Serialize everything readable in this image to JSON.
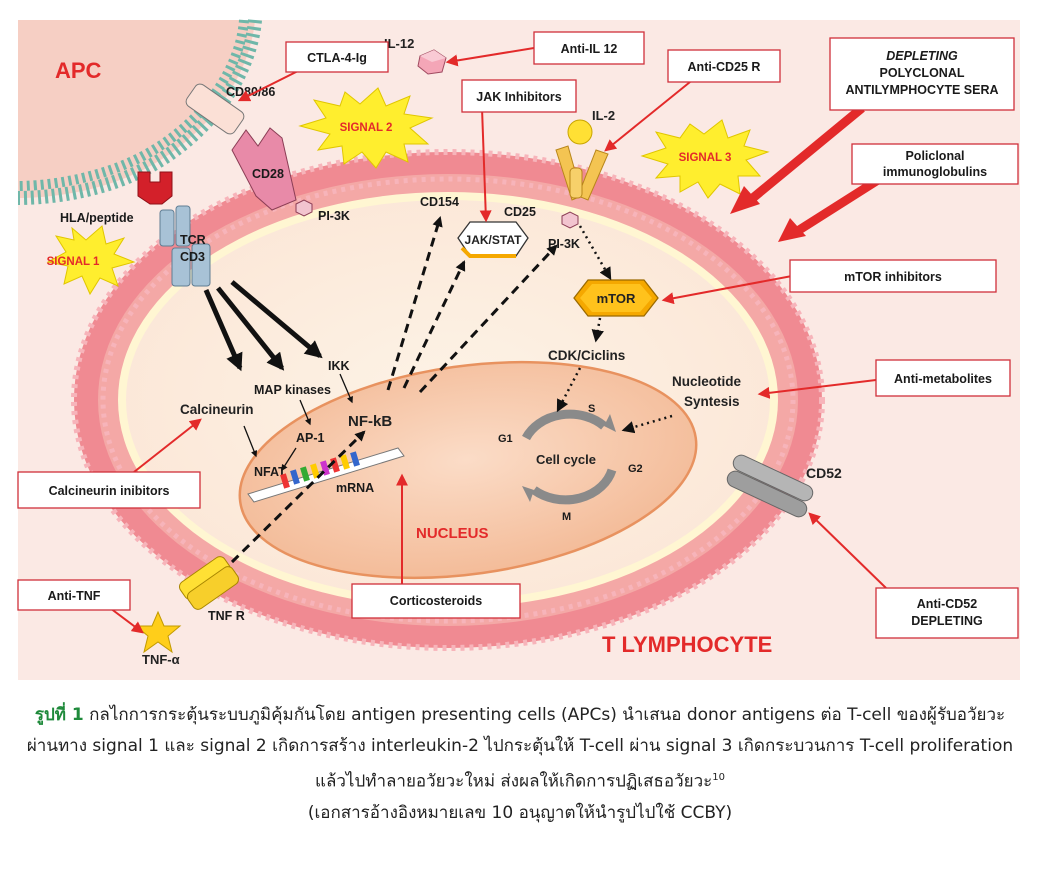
{
  "diagram": {
    "apc_label": "APC",
    "t_cell_label": "T LYMPHOCYTE",
    "nucleus_label": "NUCLEUS",
    "signals": {
      "s1": "SIGNAL 1",
      "s2": "SIGNAL 2",
      "s3": "SIGNAL 3"
    },
    "molecules": {
      "hla": "HLA/peptide",
      "tcr": "TCR",
      "cd3": "CD3",
      "cd28": "CD28",
      "cd80": "CD80/86",
      "pi3k_1": "PI-3K",
      "pi3k_2": "PI-3K",
      "il12": "IL-12",
      "il2": "IL-2",
      "cd25": "CD25",
      "cd154": "CD154",
      "jakstat": "JAK/STAT",
      "mtor": "mTOR",
      "cdk": "CDK/Ciclins",
      "nucleotide_1": "Nucleotide",
      "nucleotide_2": "Syntesis",
      "ikk": "IKK",
      "map": "MAP kinases",
      "calcineurin": "Calcineurin",
      "ap1": "AP-1",
      "nfkb": "NF-kB",
      "nfat": "NFAT",
      "mrna": "mRNA",
      "cellcycle": "Cell cycle",
      "s": "S",
      "g1": "G1",
      "g2": "G2",
      "m": "M",
      "cd52": "CD52",
      "tnfr": "TNF R",
      "tnfa": "TNF-α"
    },
    "drug_boxes": {
      "ctla4": "CTLA-4-Ig",
      "anti_il12": "Anti-IL 12",
      "jak_inh": "JAK Inhibitors",
      "anti_cd25": "Anti-CD25 R",
      "depleting_1": "DEPLETING",
      "depleting_2": "POLYCLONAL",
      "depleting_3": "ANTILYMPHOCYTE SERA",
      "policlonal_1": "Policlonal",
      "policlonal_2": "immunoglobulins",
      "mtor_inh": "mTOR  inhibitors",
      "anti_metab": "Anti-metabolites",
      "calcineurin_inh": "Calcineurin inibitors",
      "anti_tnf": "Anti-TNF",
      "corticosteroids": "Corticosteroids",
      "anti_cd52_1": "Anti-CD52",
      "anti_cd52_2": "DEPLETING"
    },
    "colors": {
      "background": "#fbe9e4",
      "apc_fill": "#f6cfc4",
      "membrane": "#f08a92",
      "lipid_heads": "#6fb7a9",
      "nucleus": "#f6c5a6",
      "arrow_red": "#e32a2a",
      "signal_yellow": "#ffee2e",
      "mtor": "#f5a800"
    }
  },
  "caption": {
    "label": "รูปที่ 1",
    "text_1": " กลไกการกระตุ้นระบบภูมิคุ้มกันโดย antigen presenting cells (APCs) นำเสนอ donor antigens ต่อ T-cell ของผู้รับอวัยวะ ผ่านทาง signal 1 และ signal 2 เกิดการสร้าง interleukin-2 ไปกระตุ้นให้ T-cell ผ่าน signal 3 เกิดกระบวนการ T-cell proliferation แล้วไปทำลายอวัยวะใหม่ ส่งผลให้เกิดการปฏิเสธอวัยวะ",
    "sup": "10",
    "text_2": "(เอกสารอ้างอิงหมายเลข 10 อนุญาตให้นำรูปไปใช้ CCBY)"
  }
}
